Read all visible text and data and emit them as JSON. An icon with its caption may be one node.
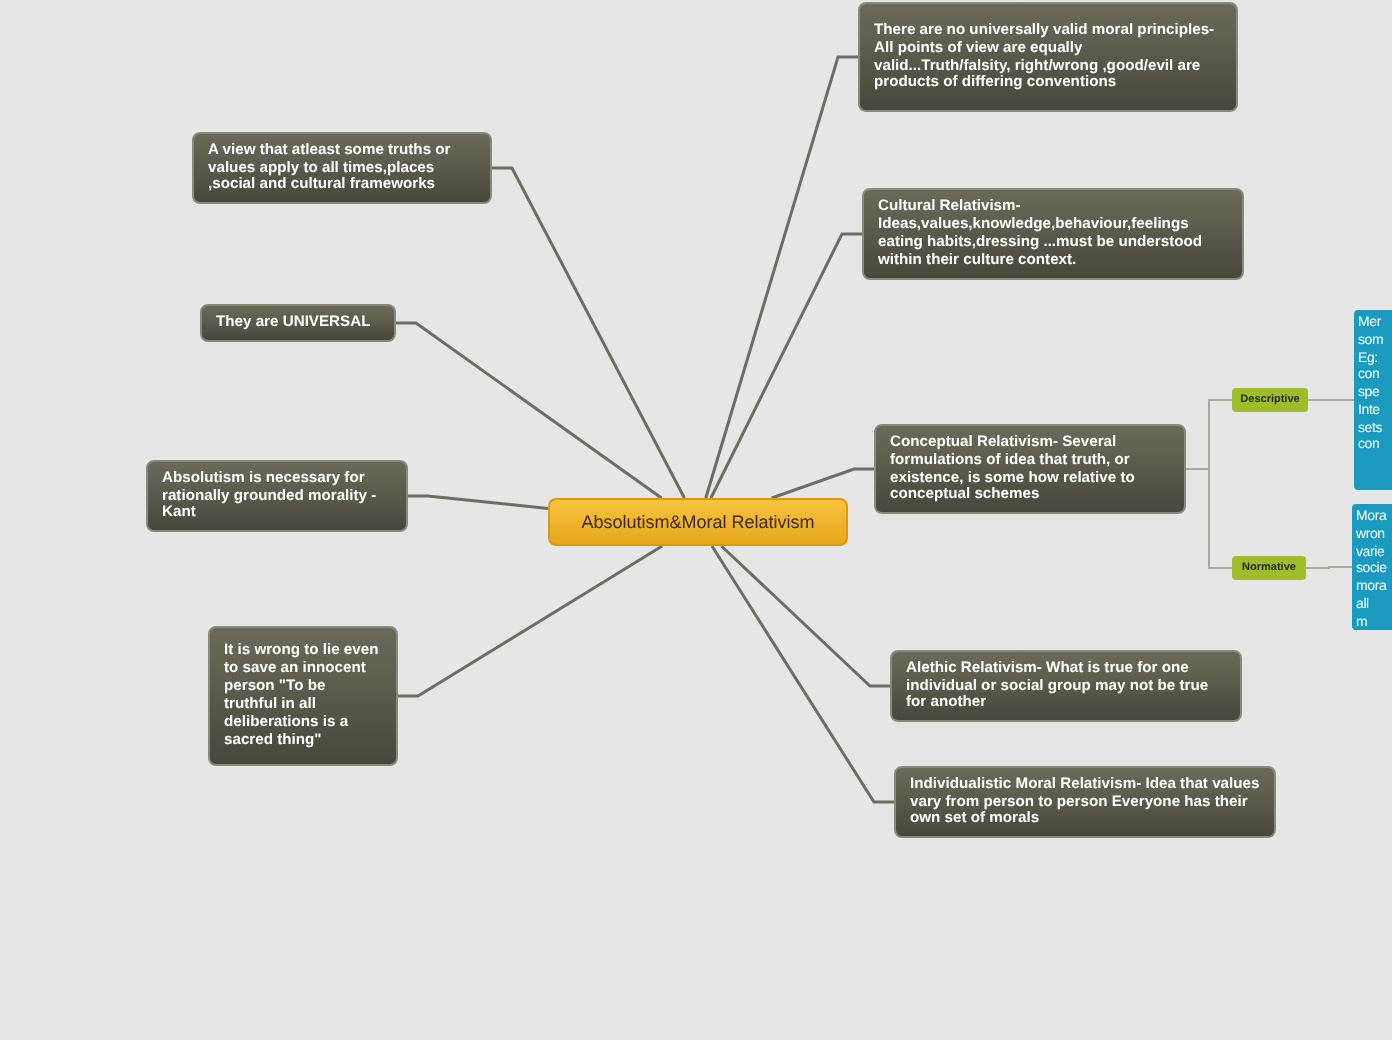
{
  "diagram": {
    "nodes": [
      {
        "text": [
          "Absolutism&Moral Relativism"
        ]
      },
      {
        "text": [
          "A view that atleast some truths or values apply to all times,places ,social and cultural frameworks"
        ]
      },
      {
        "text": [
          "They are UNIVERSAL"
        ]
      },
      {
        "text": [
          "Absolutism is necessary for rationally grounded morality -Kant"
        ]
      },
      {
        "text": [
          "It is wrong to lie even to save an innocent person \"To be truthful in all deliberations is a sacred thing\""
        ]
      },
      {
        "text": [
          "There are no universally valid moral principles-All points of view are equally valid...Truth/falsity, right/wrong ,good/evil are products of differing conventions"
        ]
      },
      {
        "text": [
          "Cultural Relativism- Ideas,values,knowledge,behaviour,feelings eating habits,dressing ...must be understood within their culture context."
        ]
      },
      {
        "text": [
          "Conceptual Relativism- Several formulations of idea that truth, or existence, is some how relative to conceptual schemes"
        ]
      },
      {
        "text": [
          "Alethic Relativism- What is true for one individual or social group may not be true for another"
        ]
      },
      {
        "text": [
          "Individualistic Moral Relativism- Idea that values vary from person to person Everyone has their own set of morals"
        ]
      },
      {
        "text": [
          "Descriptive"
        ]
      },
      {
        "text": [
          "Normative"
        ]
      },
      {
        "text": [
          "Mer som Eg: con spe Inte sets con"
        ]
      },
      {
        "text": [
          "Mora wron varie socie mora all m"
        ]
      }
    ],
    "edges": [
      {
        "from": 0,
        "to": 1,
        "arrow": "none"
      },
      {
        "from": 0,
        "to": 2,
        "arrow": "none"
      },
      {
        "from": 0,
        "to": 3,
        "arrow": "none"
      },
      {
        "from": 0,
        "to": 4,
        "arrow": "none"
      },
      {
        "from": 0,
        "to": 5,
        "arrow": "none"
      },
      {
        "from": 0,
        "to": 6,
        "arrow": "none"
      },
      {
        "from": 0,
        "to": 7,
        "arrow": "none"
      },
      {
        "from": 0,
        "to": 8,
        "arrow": "none"
      },
      {
        "from": 0,
        "to": 9,
        "arrow": "none"
      },
      {
        "from": 7,
        "to": 10,
        "arrow": "none"
      },
      {
        "from": 7,
        "to": 11,
        "arrow": "none"
      },
      {
        "from": 10,
        "to": 12,
        "arrow": "none"
      },
      {
        "from": 11,
        "to": 13,
        "arrow": "none"
      }
    ]
  }
}
